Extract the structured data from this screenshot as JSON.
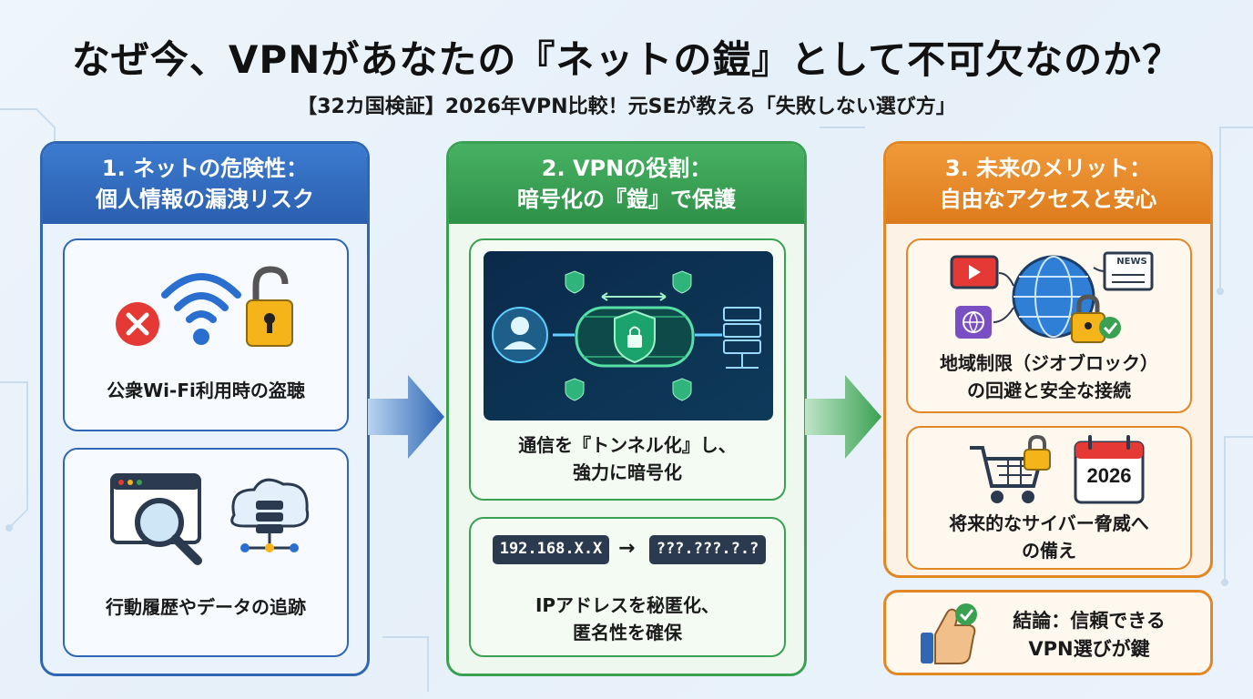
{
  "header": {
    "title": "なぜ今、VPNがあなたの『ネットの鎧』として不可欠なのか？",
    "subtitle": "【32カ国検証】2026年VPN比較！元SEが教える「失敗しない選び方」"
  },
  "columns": [
    {
      "heading_line1": "1. ネットの危険性：",
      "heading_line2": "個人情報の漏洩リスク",
      "cards": [
        {
          "text": "公衆Wi-Fi利用時の盗聴"
        },
        {
          "text": "行動履歴やデータの追跡"
        }
      ]
    },
    {
      "heading_line1": "2. VPNの役割：",
      "heading_line2": "暗号化の『鎧』で保護",
      "cards": [
        {
          "text_line1": "通信を『トンネル化』し、",
          "text_line2": "強力に暗号化"
        },
        {
          "ip_from": "192.168.X.X",
          "ip_arrow": "→",
          "ip_to": "???.???.?.?",
          "text_line1": "IPアドレスを秘匿化、",
          "text_line2": "匿名性を確保"
        }
      ]
    },
    {
      "heading_line1": "3. 未来のメリット：",
      "heading_line2": "自由なアクセスと安心",
      "cards": [
        {
          "news_label": "NEWS",
          "text_line1": "地域制限（ジオブロック）",
          "text_line2": "の回避と安全な接続"
        },
        {
          "calendar_year": "2026",
          "text_line1": "将来的なサイバー脅威へ",
          "text_line2": "の備え"
        }
      ]
    }
  ],
  "conclusion": {
    "text_line1": "結論：信頼できる",
    "text_line2": "VPN選びが鍵"
  },
  "colors": {
    "blue": "#2f67b5",
    "green": "#3aa153",
    "orange": "#e38624",
    "danger": "#e53935",
    "lock": "#f5b41a"
  },
  "icons": [
    "error-x-icon",
    "wifi-icon",
    "unlocked-padlock-icon",
    "browser-window-icon",
    "magnifier-icon",
    "cloud-database-icon",
    "user-icon",
    "shield-lock-icon",
    "server-icon",
    "video-play-icon",
    "news-icon",
    "globe-icon",
    "padlock-check-icon",
    "shopping-cart-icon",
    "calendar-icon",
    "thumbs-up-icon"
  ]
}
